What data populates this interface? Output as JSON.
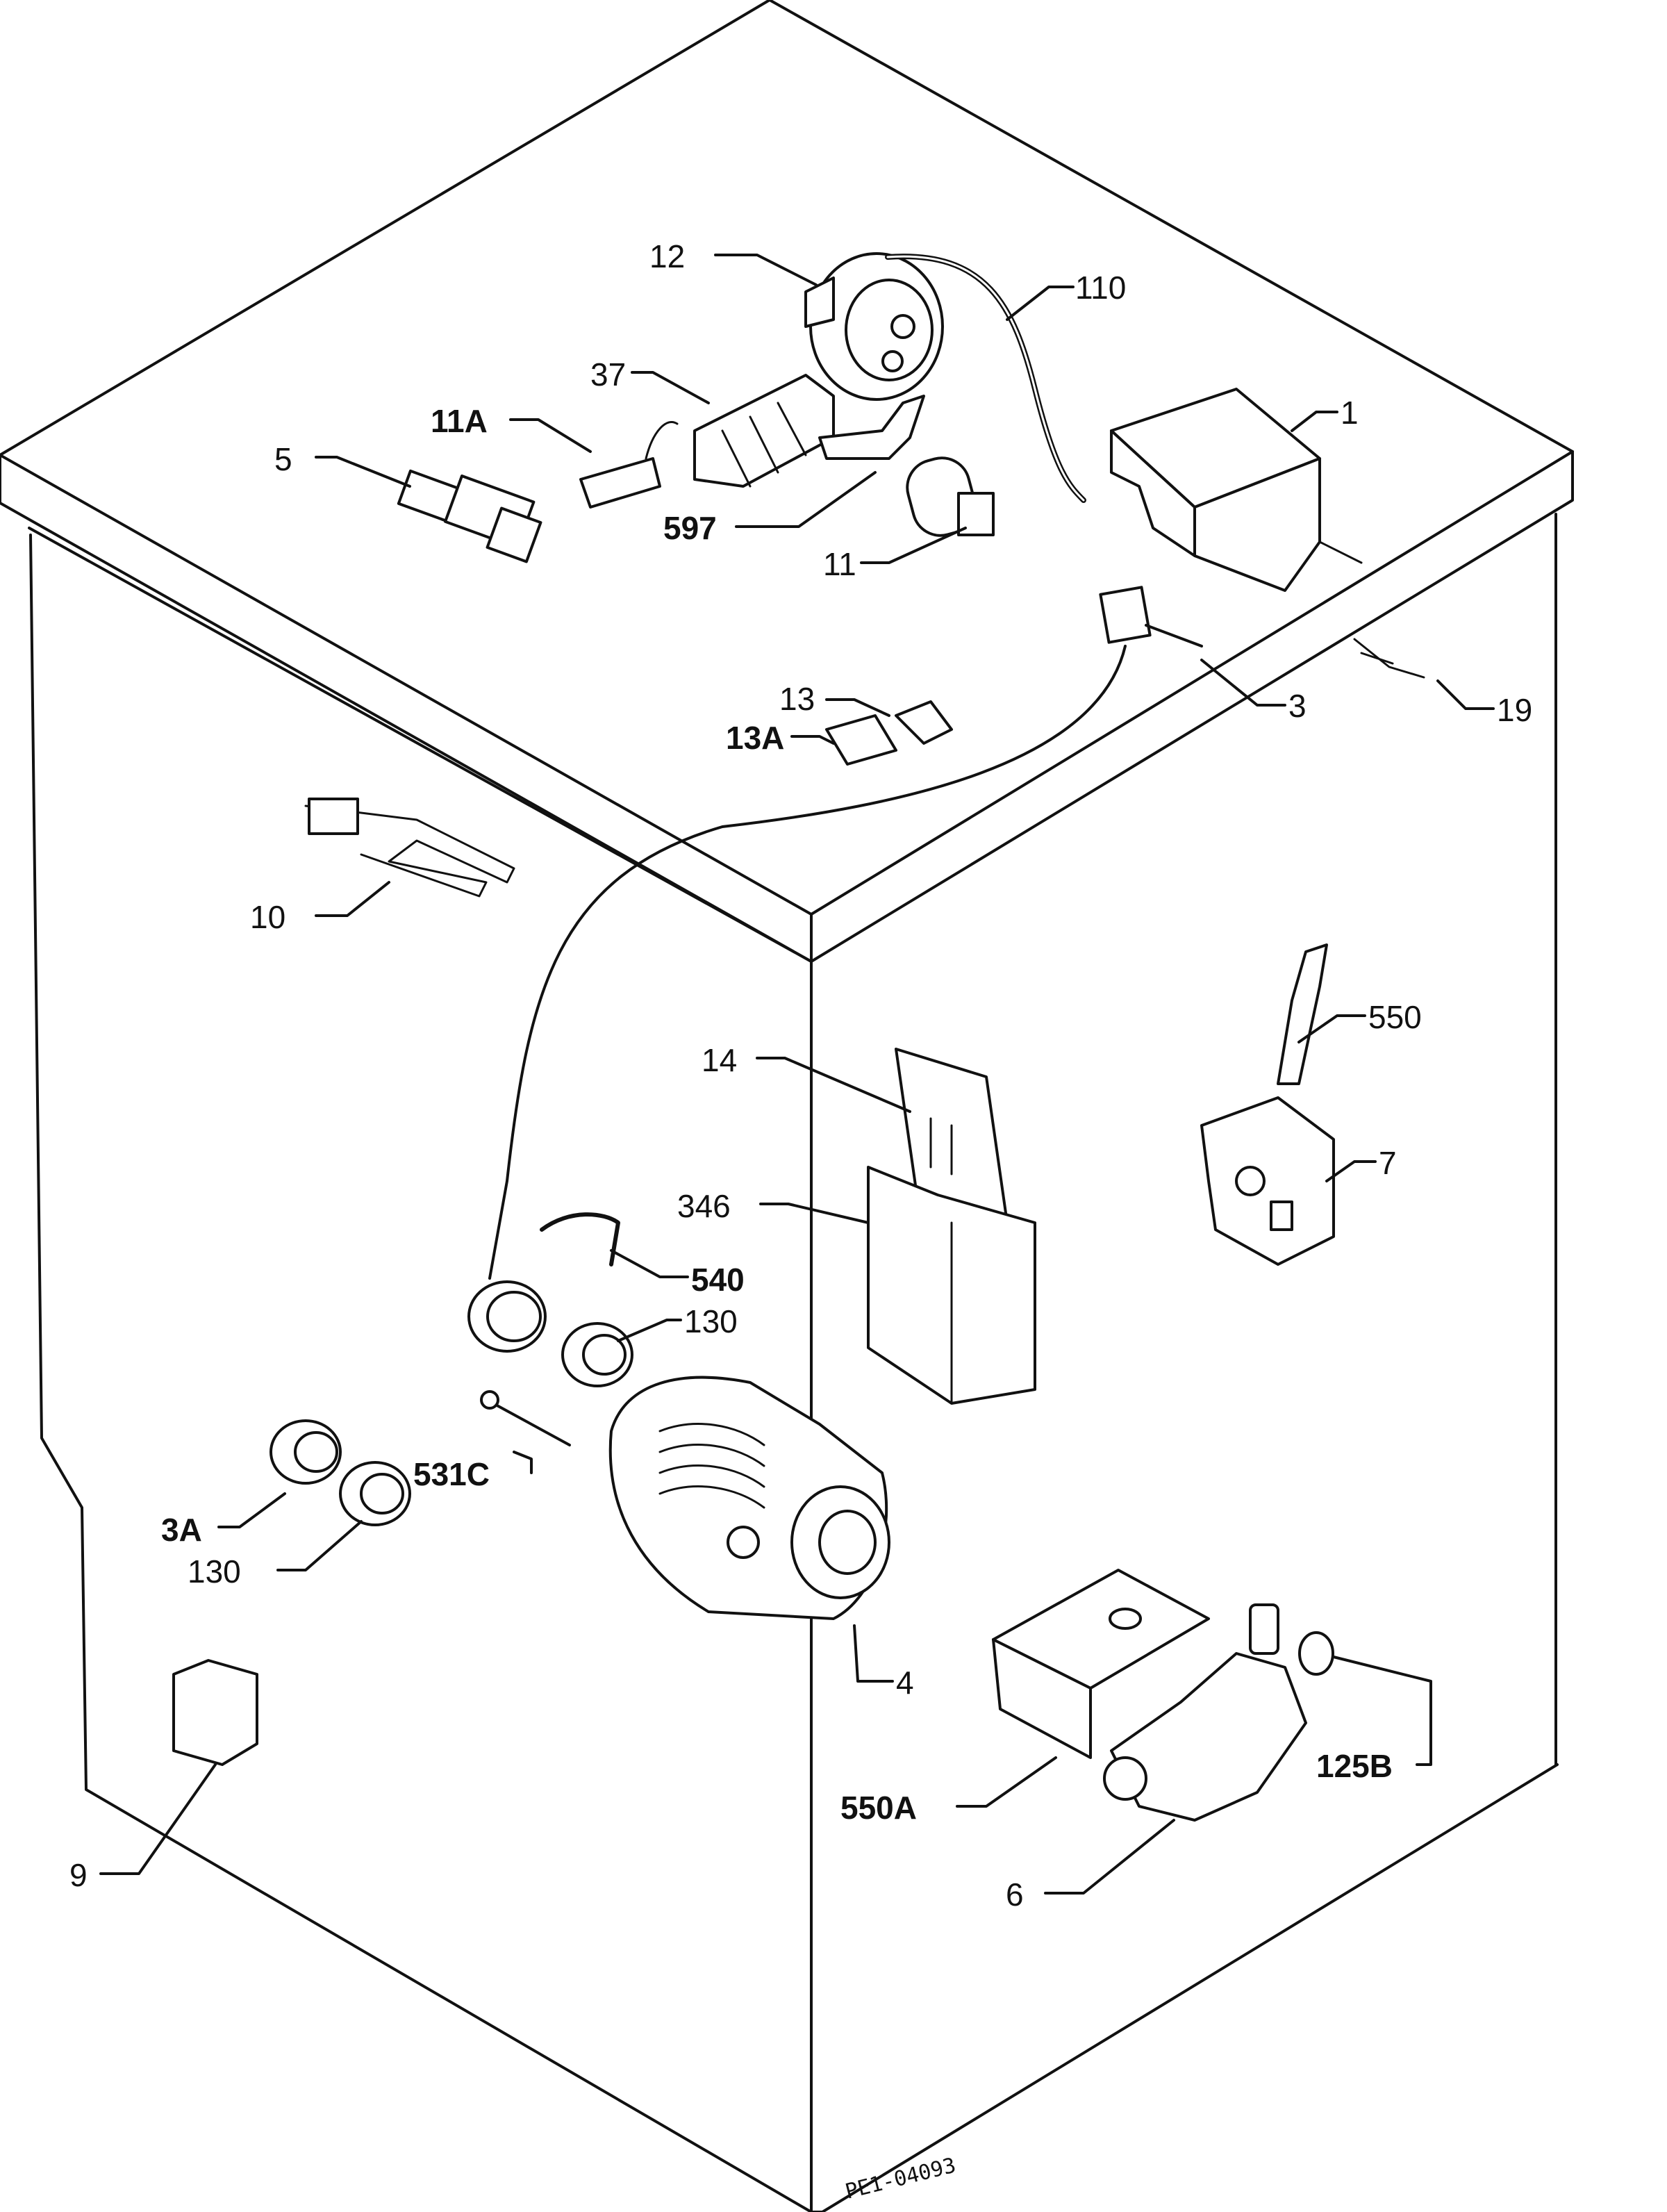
{
  "diagram": {
    "code": "PE1-04093",
    "labels": {
      "l1": "1",
      "l110": "110",
      "l12": "12",
      "l37": "37",
      "l11A": "11A",
      "l5": "5",
      "l597": "597",
      "l11": "11",
      "l3": "3",
      "l19": "19",
      "l13": "13",
      "l13A": "13A",
      "l10": "10",
      "l550": "550",
      "l14": "14",
      "l346": "346",
      "l7": "7",
      "l540": "540",
      "l130a": "130",
      "l531C": "531C",
      "l3A": "3A",
      "l130b": "130",
      "l4": "4",
      "l125B": "125B",
      "l550A": "550A",
      "l6": "6",
      "l9": "9"
    }
  }
}
